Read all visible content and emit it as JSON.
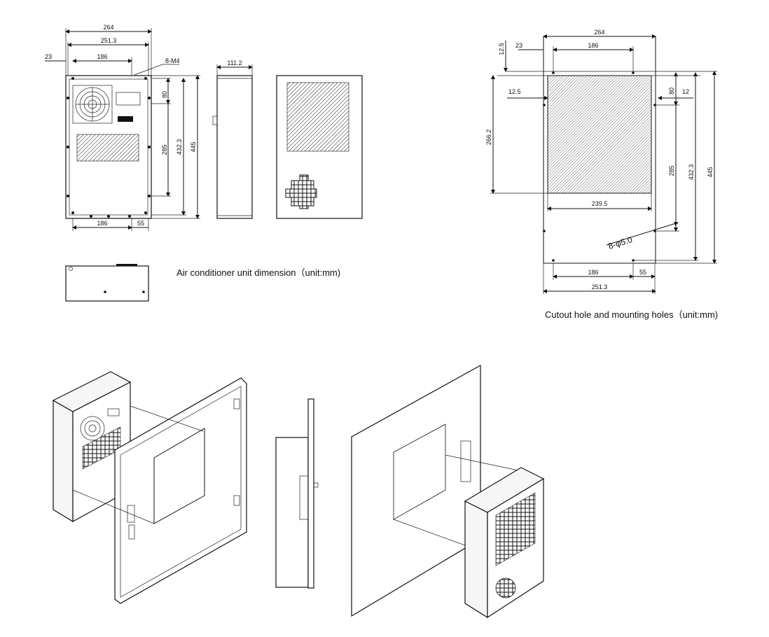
{
  "captions": {
    "unit": "Air conditioner unit dimension（unit:mm)",
    "cutout": "Cutout hole and mounting holes（unit:mm)"
  },
  "unit_dims": {
    "w264": "264",
    "w251": "251.3",
    "w186": "186",
    "w23": "23",
    "m4": "8-M4",
    "h80": "80",
    "h285": "285",
    "h432": "432.3",
    "h445": "445",
    "b186": "186",
    "b55": "55",
    "d111": "111.2"
  },
  "cutout_dims": {
    "w264": "264",
    "w186": "186",
    "w23": "23",
    "t12_5": "12.5",
    "l12_5": "12.5",
    "h80": "80",
    "r12": "12",
    "h266": "266.2",
    "h285": "285",
    "h432": "432.3",
    "h445": "445",
    "w239": "239.5",
    "holes": "8-φ5.0",
    "b186": "186",
    "b55": "55",
    "b251": "251.3"
  },
  "colors": {
    "line": "#111111",
    "hatch": "#333333",
    "panel": "#f6f6f6"
  }
}
